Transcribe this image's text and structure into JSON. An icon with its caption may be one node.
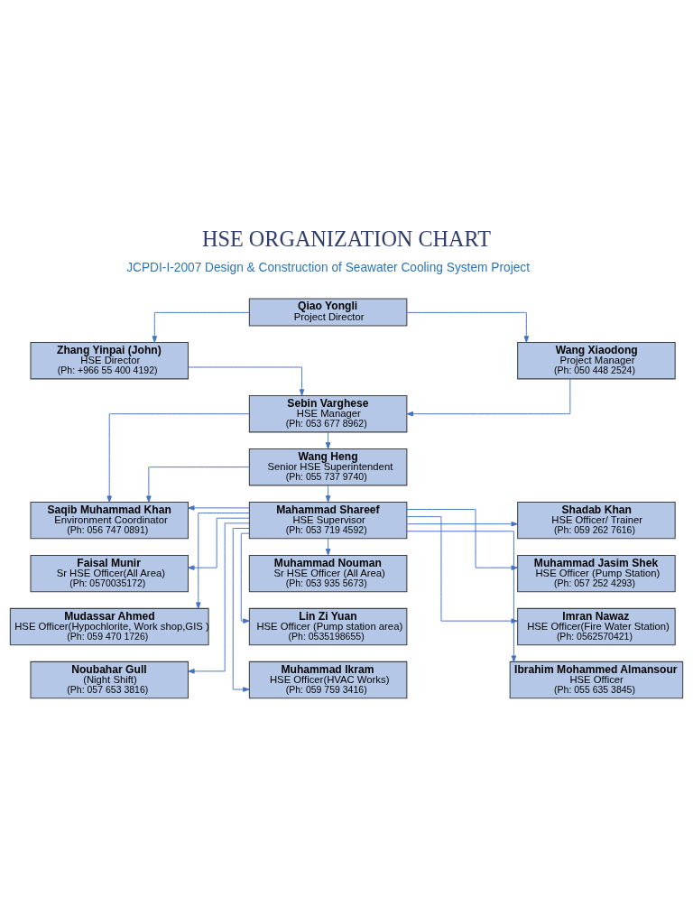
{
  "diagram": {
    "title": "HSE ORGANIZATION CHART",
    "nodes": [
      {
        "text": [
          "Qiao Yongli",
          "Project Director"
        ]
      },
      {
        "text": [
          "Zhang Yinpai (John)",
          "HSE Director",
          "(Ph: +966 55 400 4192)"
        ]
      },
      {
        "text": [
          "Wang Xiaodong",
          "Project Manager",
          "(Ph: 050 448 2524)"
        ]
      },
      {
        "text": [
          "Sebin Varghese",
          "HSE Manager",
          "(Ph: 053 677 8962)"
        ]
      },
      {
        "text": [
          "Wang Heng",
          "Senior HSE Superintendent",
          "(Ph: 055 737 9740)"
        ]
      },
      {
        "text": [
          "Saqib Muhammad Khan",
          "Environment Coordinator",
          "(Ph: 056 747 0891)"
        ]
      },
      {
        "text": [
          "Mahammad Shareef",
          "HSE Supervisor",
          "(Ph: 053 719 4592)"
        ]
      },
      {
        "text": [
          "Shadab Khan",
          "HSE Officer/ Trainer",
          "(Ph: 059 262 7616)"
        ]
      },
      {
        "text": [
          "Faisal Munir",
          "Sr HSE Officer(All Area)",
          "(Ph: 0570035172)"
        ]
      },
      {
        "text": [
          "Muhammad Nouman",
          "Sr HSE Officer (All Area)",
          "(Ph: 053 935 5673)"
        ]
      },
      {
        "text": [
          "Muhammad Jasim Shek",
          "HSE Officer (Pump Station)",
          "(Ph: 057 252 4293)"
        ]
      },
      {
        "text": [
          "Mudassar Ahmed",
          "HSE Officer(Hypochlorite, Work shop,GIS )",
          "(Ph: 059 470 1726)"
        ]
      },
      {
        "text": [
          "Lin Zi Yuan",
          "HSE Officer (Pump station area)",
          "(Ph: 0535198655)"
        ]
      },
      {
        "text": [
          "Imran Nawaz",
          "HSE Officer(Fire Water Station)",
          "(Ph: 0562570421)"
        ]
      },
      {
        "text": [
          "Noubahar Gull",
          "(Night Shift)",
          "(Ph: 057 653 3816)"
        ]
      },
      {
        "text": [
          "Muhammad Ikram",
          "HSE Officer(HVAC Works)",
          "(Ph: 059 759 3416)"
        ]
      },
      {
        "text": [
          "Ibrahim Mohammed Almansour",
          "HSE Officer",
          "(Ph: 055 635 3845)"
        ]
      }
    ],
    "edges": [
      {
        "from": 0,
        "to": 1,
        "arrow": "to"
      },
      {
        "from": 0,
        "to": 2,
        "arrow": "to"
      },
      {
        "from": 1,
        "to": 3,
        "arrow": "to"
      },
      {
        "from": 2,
        "to": 3,
        "arrow": "to"
      },
      {
        "from": 3,
        "to": 4,
        "arrow": "to"
      },
      {
        "from": 3,
        "to": 5,
        "arrow": "to"
      },
      {
        "from": 4,
        "to": 5,
        "arrow": "to"
      },
      {
        "from": 4,
        "to": 6,
        "arrow": "to"
      },
      {
        "from": 6,
        "to": 5,
        "arrow": "to"
      },
      {
        "from": 6,
        "to": 7,
        "arrow": "to"
      },
      {
        "from": 6,
        "to": 8,
        "arrow": "to"
      },
      {
        "from": 6,
        "to": 9,
        "arrow": "to"
      },
      {
        "from": 6,
        "to": 10,
        "arrow": "to"
      },
      {
        "from": 6,
        "to": 11,
        "arrow": "to"
      },
      {
        "from": 6,
        "to": 12,
        "arrow": "to"
      },
      {
        "from": 6,
        "to": 13,
        "arrow": "to"
      },
      {
        "from": 6,
        "to": 14,
        "arrow": "to"
      },
      {
        "from": 6,
        "to": 15,
        "arrow": "to"
      },
      {
        "from": 6,
        "to": 16,
        "arrow": "to"
      }
    ],
    "labels": [
      "JCPDI-I-2007 Design & Construction of Seawater Cooling System Project"
    ]
  }
}
